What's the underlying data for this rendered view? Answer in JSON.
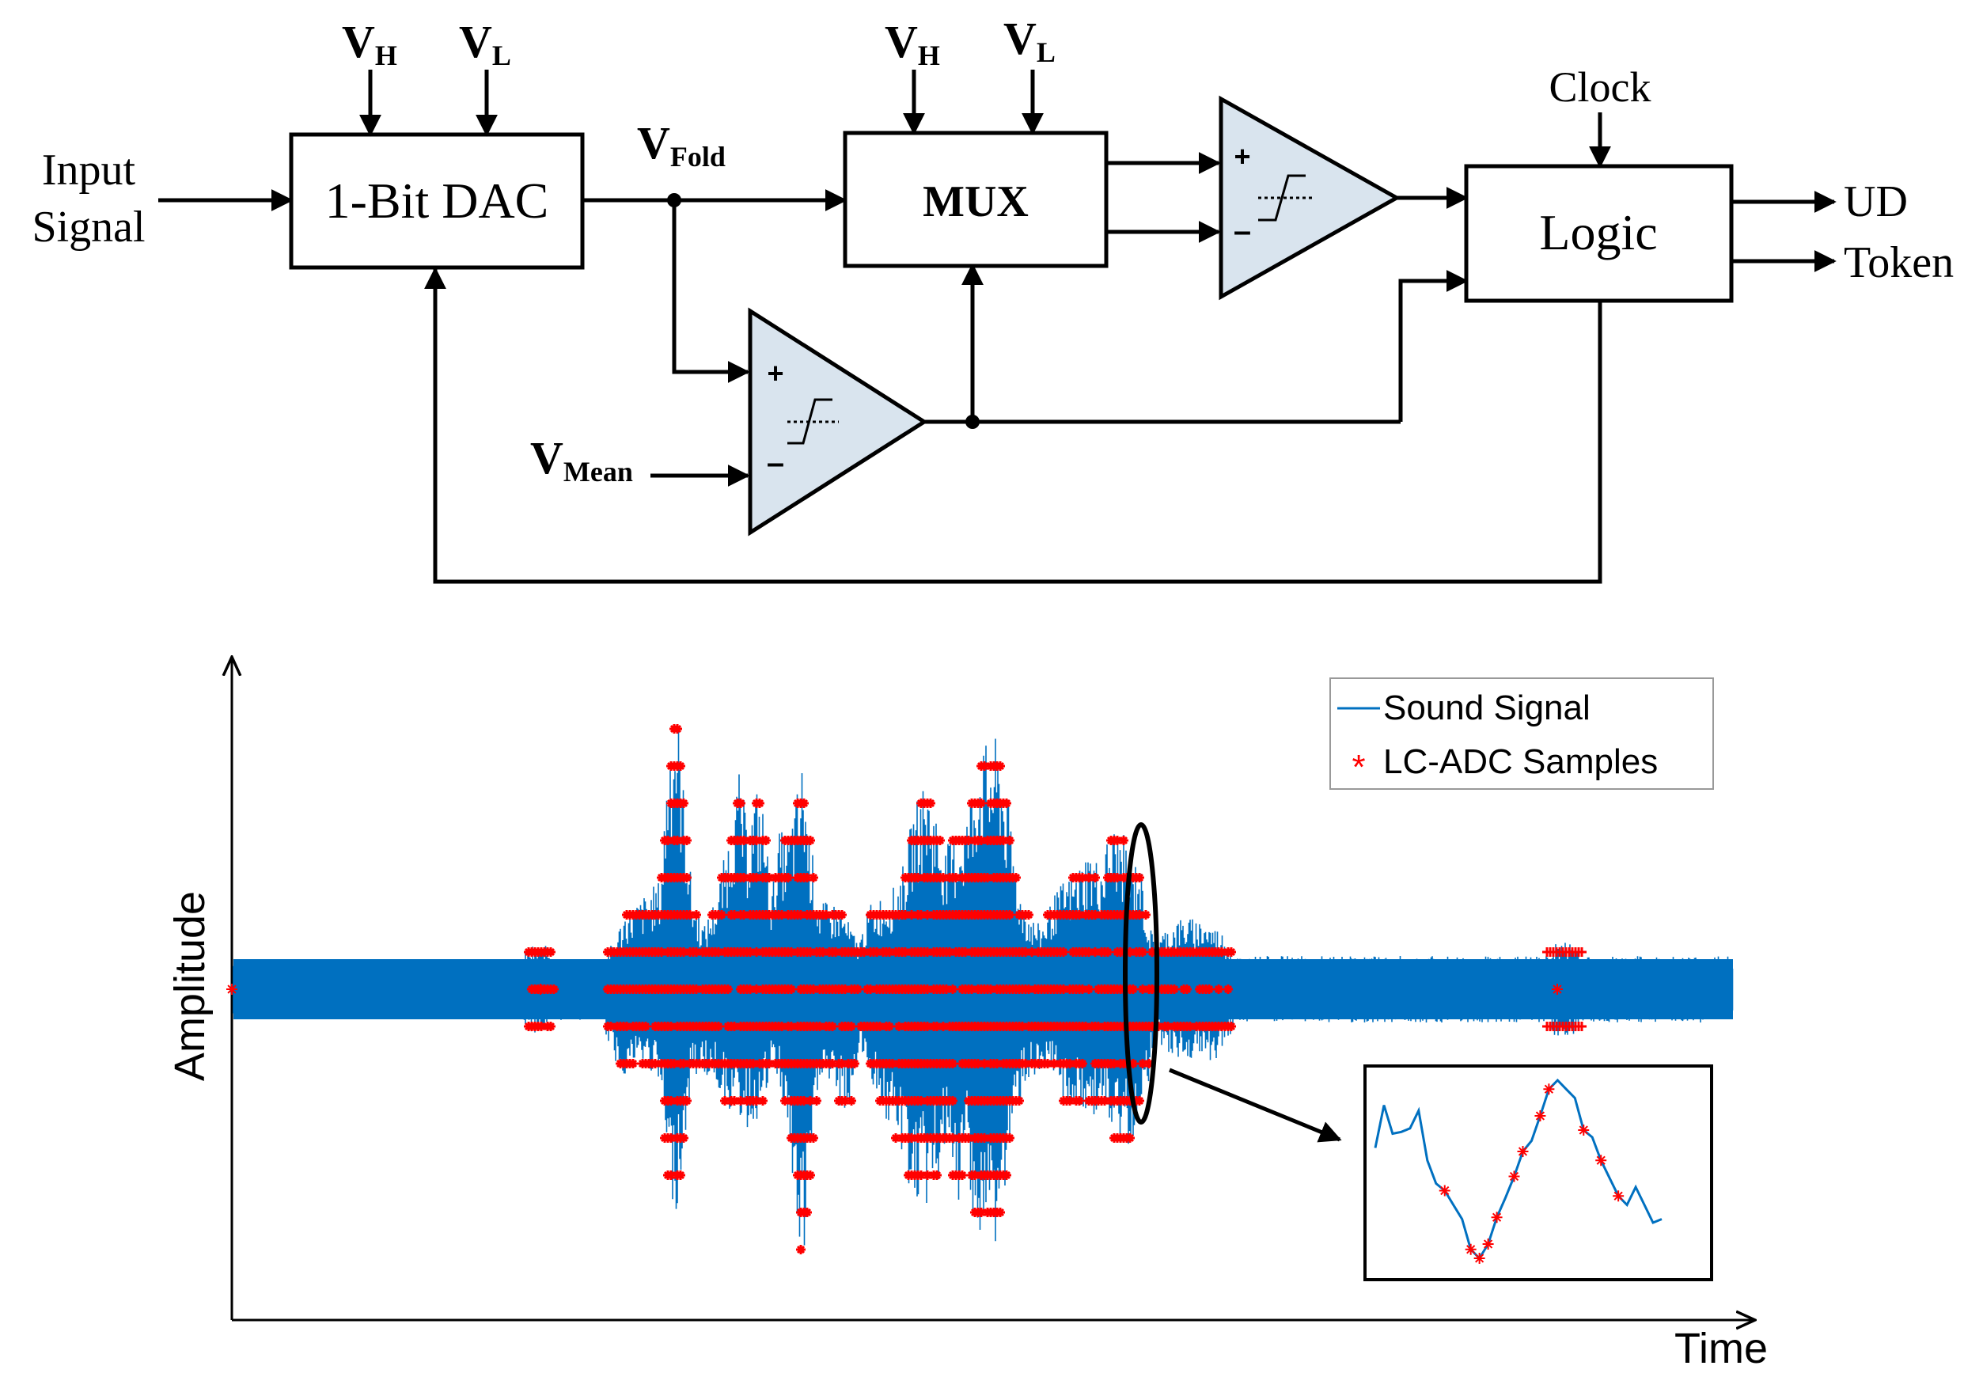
{
  "diagram": {
    "input_label_line1": "Input",
    "input_label_line2": "Signal",
    "dac_label": "1-Bit DAC",
    "mux_label": "MUX",
    "logic_label": "Logic",
    "clock_label": "Clock",
    "vh_main": "V",
    "vh_sub": "H",
    "vl_main": "V",
    "vl_sub": "L",
    "vfold_main": "V",
    "vfold_sub": "Fold",
    "vmean_main": "V",
    "vmean_sub": "Mean",
    "ud_label": "UD",
    "token_label": "Token",
    "comparator_plus": "+",
    "comparator_minus": "–"
  },
  "chart_data": {
    "type": "line",
    "xlabel": "Time",
    "ylabel": "Amplitude",
    "legend": {
      "placement": "top-right",
      "entries": [
        {
          "name": "Sound Signal",
          "marker": "line"
        },
        {
          "name": "LC-ADC Samples",
          "marker": "*"
        }
      ]
    },
    "colors": {
      "signal": "#0070C0",
      "samples": "#FF0000"
    },
    "inset": {
      "signal": [
        0.62,
        0.86,
        0.7,
        0.71,
        0.73,
        0.83,
        0.55,
        0.42,
        0.38,
        0.3,
        0.22,
        0.05,
        0.0,
        0.08,
        0.23,
        0.34,
        0.46,
        0.6,
        0.66,
        0.8,
        0.95,
        1.0,
        0.95,
        0.9,
        0.72,
        0.68,
        0.55,
        0.45,
        0.35,
        0.3,
        0.4,
        0.3,
        0.2,
        0.22
      ],
      "samples": [
        0.38,
        0.3,
        0.22,
        0.05,
        0.23,
        0.34,
        0.46,
        0.6,
        0.66,
        0.95,
        0.55,
        0.35
      ]
    }
  }
}
